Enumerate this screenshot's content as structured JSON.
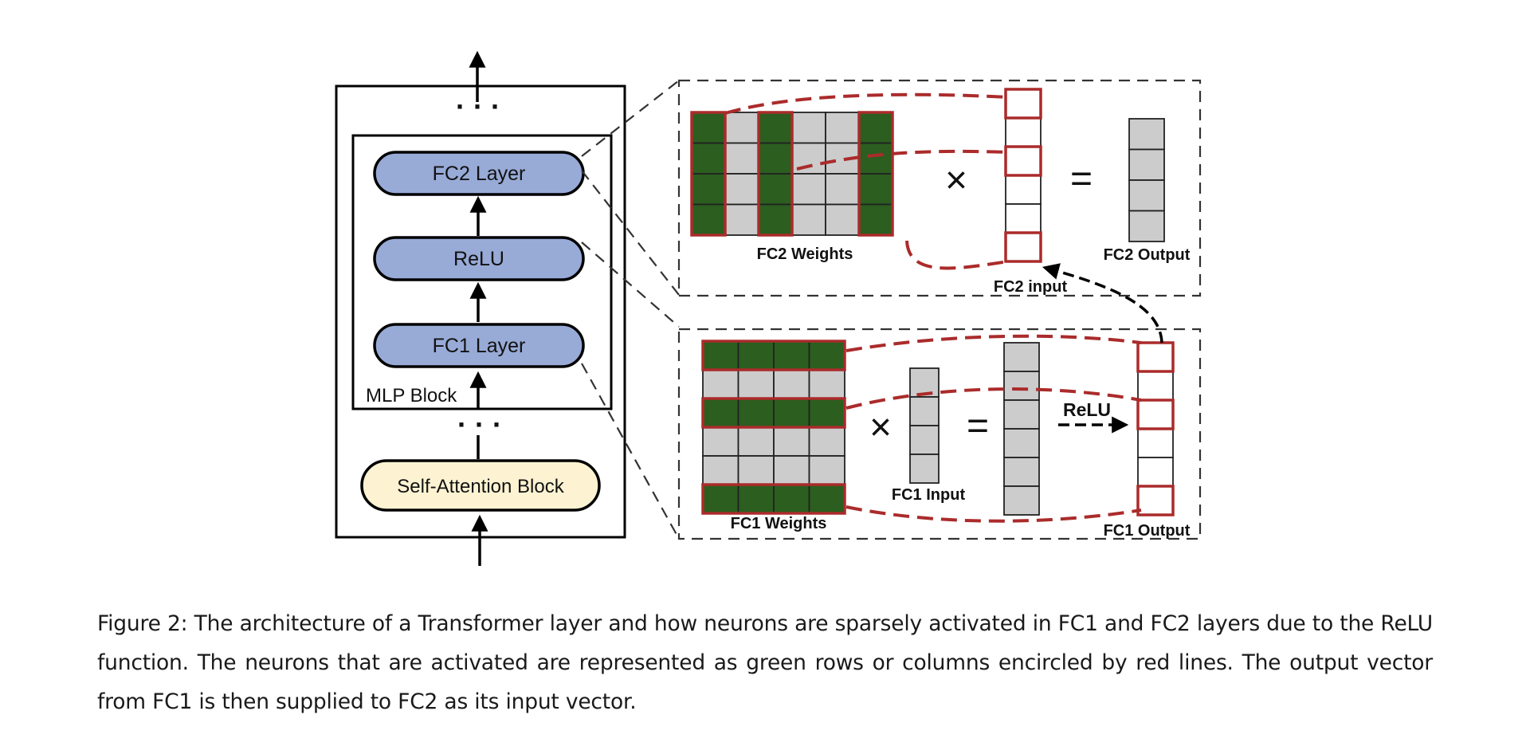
{
  "diagram": {
    "left": {
      "dots_top": "· · ·",
      "fc2_layer": "FC2 Layer",
      "relu": "ReLU",
      "fc1_layer": "FC1 Layer",
      "mlp_block": "MLP Block",
      "dots_bottom": "· · ·",
      "self_attention": "Self-Attention Block"
    },
    "fc2_panel": {
      "weights_label": "FC2 Weights",
      "input_label": "FC2 input",
      "output_label": "FC2 Output",
      "times": "×",
      "equals": "="
    },
    "fc1_panel": {
      "weights_label": "FC1 Weights",
      "input_label": "FC1 Input",
      "output_label": "FC1 Output",
      "relu_label": "ReLU",
      "times": "×",
      "equals": "="
    },
    "colors": {
      "block_fill": "#98aad6",
      "attention_fill": "#fdf3d2",
      "active_green": "#2b5e1f",
      "inactive_gray": "#cccccc",
      "highlight_red": "#ab2b2b"
    }
  },
  "caption": "Figure 2: The architecture of a Transformer layer and how neurons are sparsely activated in FC1 and FC2 layers due to the ReLU function. The neurons that are activated are represented as green rows or columns encircled by red lines. The output vector from FC1 is then supplied to FC2 as its input vector."
}
